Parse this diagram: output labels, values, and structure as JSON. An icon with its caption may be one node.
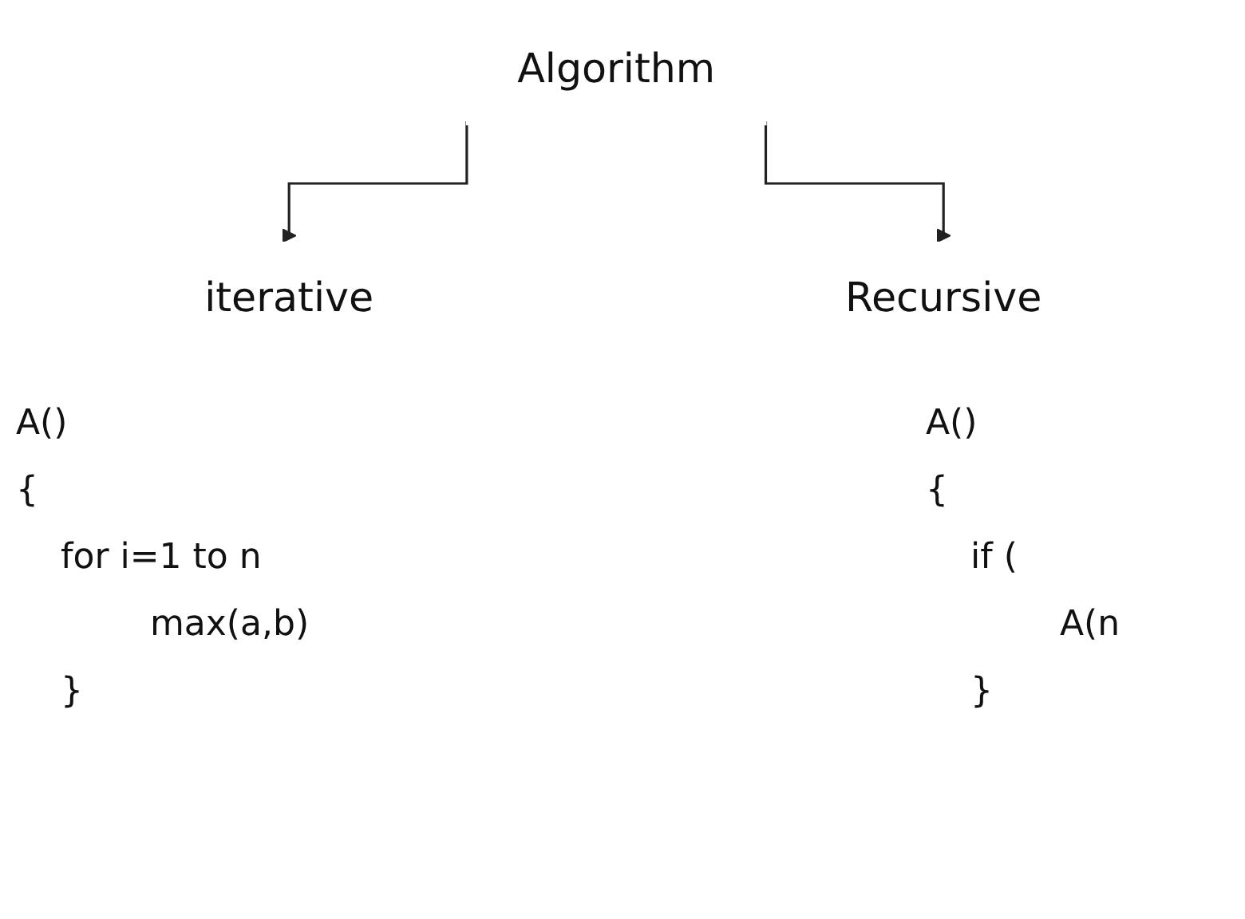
{
  "diagram": {
    "nodes": [
      {
        "text": [
          "Algorithm"
        ]
      },
      {
        "text": [
          "iterative"
        ]
      },
      {
        "text": [
          "Recursive"
        ]
      }
    ],
    "edges": [
      {
        "from": 0,
        "to": 1,
        "arrow": "to"
      },
      {
        "from": 0,
        "to": 2,
        "arrow": "to"
      }
    ],
    "labels": [
      "A()",
      "{",
      "for i=1 to n",
      "max(a,b)",
      "}",
      "A()",
      "{",
      "if (",
      "A(n",
      "}"
    ]
  }
}
